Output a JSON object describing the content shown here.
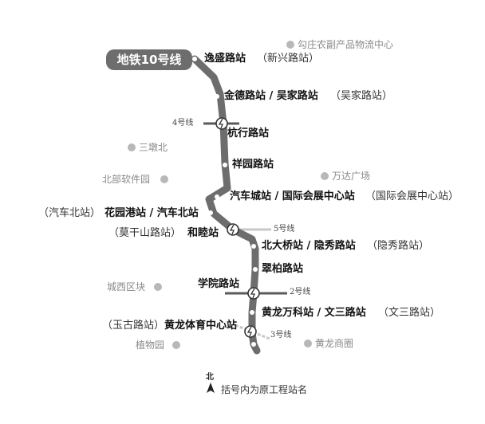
{
  "line_name": "地铁10号线",
  "stations": [
    {
      "name": "逸盛路站",
      "old": "（新兴路站）"
    },
    {
      "name": "金德路站 / 吴家路站",
      "old": "（吴家路站）"
    },
    {
      "name": "杭行路站",
      "old": ""
    },
    {
      "name": "祥园路站",
      "old": ""
    },
    {
      "name": "汽车城站 / 国际会展中心站",
      "old": "（国际会展中心站）"
    },
    {
      "name": "花园港站 / 汽车北站",
      "old": "（汽车北站）"
    },
    {
      "name": "和睦站",
      "old": "（莫干山路站）"
    },
    {
      "name": "北大桥站 / 隐秀路站",
      "old": "（隐秀路站）"
    },
    {
      "name": "翠柏路站",
      "old": ""
    },
    {
      "name": "学院路站",
      "old": ""
    },
    {
      "name": "黄龙万科站 / 文三路站",
      "old": "（文三路站）"
    },
    {
      "name": "黄龙体育中心站",
      "old": "（玉古路站）"
    }
  ],
  "transfer_lines": [
    "4号线",
    "5号线",
    "2号线",
    "3号线"
  ],
  "landmarks": [
    "勾庄农副产品物流中心",
    "三墩北",
    "北部软件园",
    "万达广场",
    "城西区块",
    "植物园",
    "黄龙商圈"
  ],
  "compass": "北",
  "legend_note": "括号内为原工程站名",
  "colors": {
    "line": "#6d6d6d",
    "transfer_line": "#bdbdbd",
    "landmark_dot": "#b8b8b8"
  }
}
